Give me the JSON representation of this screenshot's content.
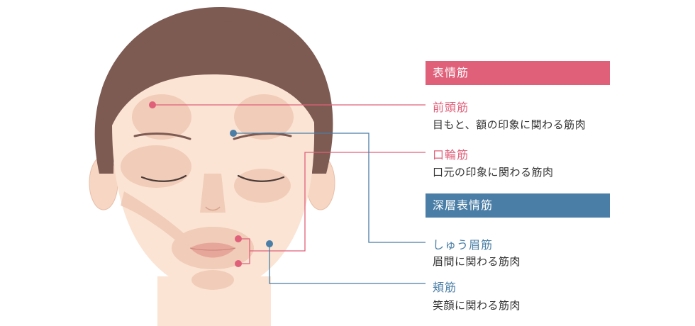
{
  "colors": {
    "surface_accent": "#e0607a",
    "deep_accent": "#4a7ea6",
    "hair": "#7d5a52",
    "skin": "#fbe4d4",
    "muscle": "#edc5b0",
    "lips": "#e7a69a"
  },
  "sections": {
    "surface": {
      "title": "表情筋",
      "items": [
        {
          "name": "前頭筋",
          "desc": "目もと、額の印象に関わる筋肉"
        },
        {
          "name": "口輪筋",
          "desc": "口元の印象に関わる筋肉"
        }
      ]
    },
    "deep": {
      "title": "深層表情筋",
      "items": [
        {
          "name": "しゅう眉筋",
          "desc": "眉間に関わる筋肉"
        },
        {
          "name": "頬筋",
          "desc": "笑顔に関わる筋肉"
        }
      ]
    }
  },
  "icons": {
    "face": "female-face-illustration",
    "marker": "circle-marker-icon"
  }
}
